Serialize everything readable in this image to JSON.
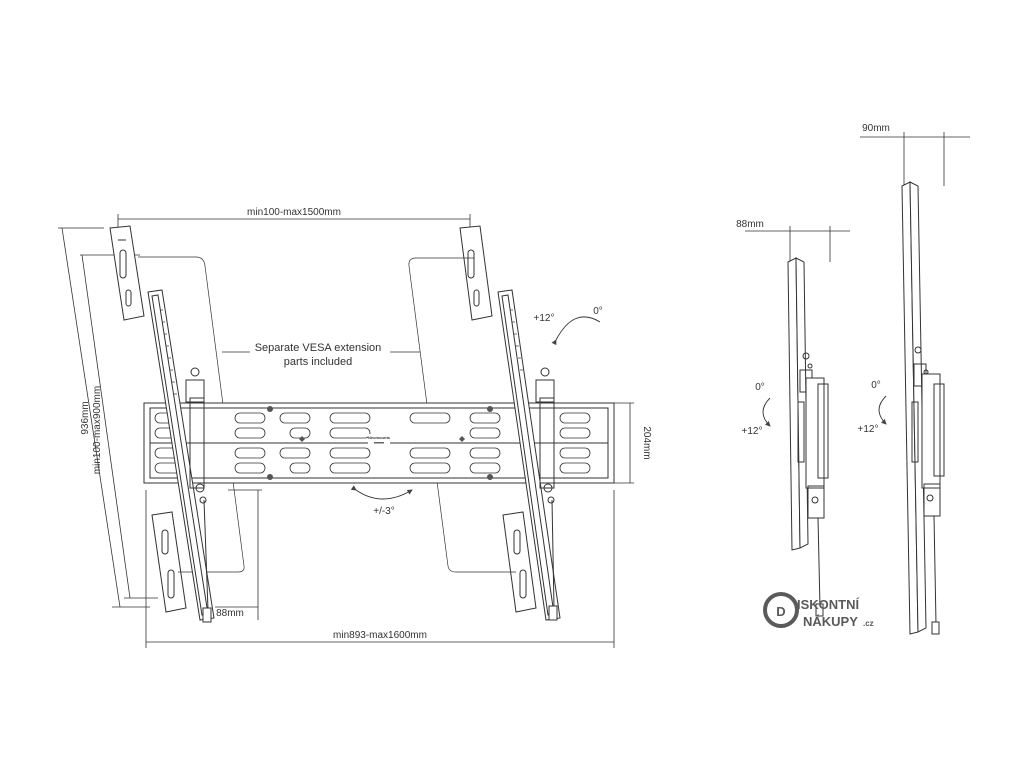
{
  "front_view": {
    "vesa_width": "min100-max1500mm",
    "height_936": "936mm",
    "vesa_height": "min100-max900mm",
    "depth_88": "88mm",
    "overall_width": "min893-max1600mm",
    "rail_height": "204mm",
    "note_line1": "Separate VESA extension",
    "note_line2": "parts included",
    "tilt_up": "+12°",
    "tilt_zero": "0°",
    "swivel": "+/-3°",
    "brand_mark": "Neomounts"
  },
  "side_view_left": {
    "depth": "88mm",
    "tilt_zero": "0°",
    "tilt_up": "+12°"
  },
  "side_view_right": {
    "depth": "90mm",
    "tilt_zero": "0°",
    "tilt_up": "+12°"
  },
  "watermark": {
    "line1": "ISKONTNÍ",
    "line2": "NÁKUPY",
    "suffix": ".cz",
    "letter": "D"
  }
}
